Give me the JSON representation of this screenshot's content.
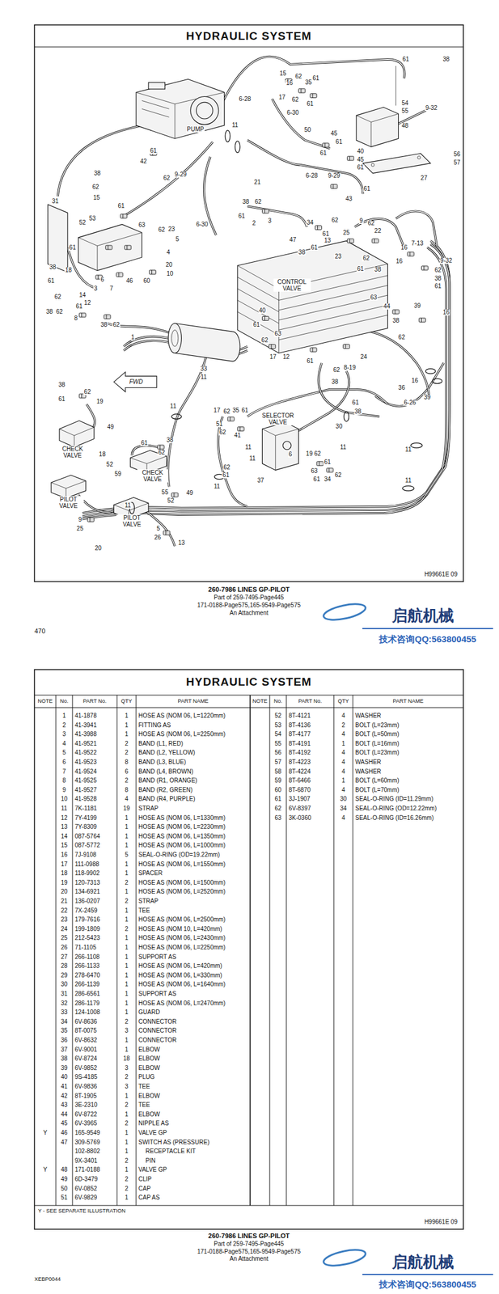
{
  "diagram": {
    "title": "HYDRAULIC SYSTEM",
    "labels": [
      "470",
      "H99661E 09",
      "260-7986 LINES GP-PILOT",
      "Part of 259-7495-Page445",
      "171-0188-Page575,165-9549-Page575",
      "An Attachment",
      "启航机械",
      "技术咨询QQ:563800455",
      "HYDRAULIC SYSTEM",
      "NOTE",
      "No.",
      "PART No.",
      "QTY",
      "PART NAME",
      "NOTE",
      "No.",
      "PART No.",
      "QTY",
      "PART NAME",
      "1",
      "41-1878",
      "1",
      "HOSE AS (NOM 06, L=1220mm)",
      "2",
      "41-3941",
      "1",
      "FITTING AS",
      "3",
      "41-3988",
      "1",
      "HOSE AS (NOM 06, L=2250mm)",
      "4",
      "41-9521",
      "2",
      "BAND (L1, RED)",
      "5",
      "41-9522",
      "2",
      "BAND (L2, YELLOW)",
      "6",
      "41-9523",
      "8",
      "BAND (L3, BLUE)",
      "7",
      "41-9524",
      "6",
      "BAND (L4, BROWN)",
      "8",
      "41-9525",
      "2",
      "BAND (R1, ORANGE)",
      "9",
      "41-9527",
      "8",
      "BAND (R2, GREEN)",
      "10",
      "41-9528",
      "4",
      "BAND (R4, PURPLE)",
      "11",
      "7K-1181",
      "19",
      "STRAP",
      "12",
      "7Y-4199",
      "1",
      "HOSE AS (NOM 06, L=1330mm)",
      "13",
      "7Y-8309",
      "1",
      "HOSE AS (NOM 06, L=2230mm)",
      "14",
      "087-5764",
      "1",
      "HOSE AS (NOM 06, L=1350mm)",
      "15",
      "087-5772",
      "1",
      "HOSE AS (NOM 06, L=1000mm)",
      "16",
      "7J-9108",
      "5",
      "SEAL-O-RING (OD=19.22mm)",
      "17",
      "111-0988",
      "1",
      "HOSE AS (NOM 06, L=1550mm)",
      "18",
      "118-9902",
      "1",
      "SPACER",
      "19",
      "120-7313",
      "2",
      "HOSE AS (NOM 06, L=1500mm)",
      "20",
      "134-6921",
      "1",
      "HOSE AS (NOM 06, L=2520mm)",
      "21",
      "136-0207",
      "2",
      "STRAP",
      "22",
      "7X-2459",
      "1",
      "TEE",
      "23",
      "179-7616",
      "1",
      "HOSE AS (NOM 06, L=2500mm)",
      "24",
      "199-1809",
      "2",
      "HOSE AS (NOM 10, L=420mm)",
      "25",
      "212-5423",
      "1",
      "HOSE AS (NOM 06, L=2430mm)",
      "26",
      "71-1105",
      "1",
      "HOSE AS (NOM 06, L=2250mm)",
      "27",
      "266-1108",
      "1",
      "SUPPORT AS",
      "28",
      "266-1133",
      "1",
      "HOSE AS (NOM 06, L=420mm)",
      "29",
      "278-6470",
      "1",
      "HOSE AS (NOM 06, L=330mm)",
      "30",
      "266-1139",
      "1",
      "HOSE AS (NOM 06, L=1640mm)",
      "31",
      "286-6561",
      "1",
      "SUPPORT AS",
      "32",
      "286-1179",
      "1",
      "HOSE AS (NOM 06, L=2470mm)",
      "33",
      "124-1008",
      "1",
      "GUARD",
      "34",
      "6V-8636",
      "2",
      "CONNECTOR",
      "35",
      "8T-0075",
      "3",
      "CONNECTOR",
      "36",
      "6V-8632",
      "1",
      "CONNECTOR",
      "37",
      "6V-9001",
      "1",
      "ELBOW",
      "38",
      "6V-8724",
      "18",
      "ELBOW",
      "39",
      "6V-9852",
      "3",
      "ELBOW",
      "40",
      "9S-4185",
      "2",
      "PLUG",
      "41",
      "6V-9836",
      "3",
      "TEE",
      "42",
      "8T-1905",
      "1",
      "ELBOW",
      "43",
      "3E-2310",
      "2",
      "TEE",
      "44",
      "6V-8722",
      "1",
      "ELBOW",
      "45",
      "6V-3965",
      "2",
      "NIPPLE AS",
      "Y",
      "46",
      "165-9549",
      "1",
      "VALVE GP",
      "47",
      "309-5769",
      "1",
      "SWITCH AS (PRESSURE)",
      "102-8802",
      "1",
      "RECEPTACLE KIT",
      "9X-3401",
      "2",
      "PIN",
      "Y",
      "48",
      "171-0188",
      "1",
      "VALVE GP",
      "49",
      "6D-3479",
      "2",
      "CLIP",
      "50",
      "6V-0852",
      "2",
      "CAP",
      "51",
      "6V-9829",
      "1",
      "CAP AS",
      "52",
      "8T-4121",
      "4",
      "WASHER",
      "53",
      "8T-4136",
      "2",
      "BOLT (L=23mm)",
      "54",
      "8T-4177",
      "4",
      "BOLT (L=50mm)",
      "55",
      "8T-4191",
      "1",
      "BOLT (L=16mm)",
      "56",
      "8T-4192",
      "4",
      "BOLT (L=23mm)",
      "57",
      "8T-4223",
      "4",
      "WASHER",
      "58",
      "8T-4224",
      "4",
      "WASHER",
      "59",
      "8T-6466",
      "1",
      "BOLT (L=60mm)",
      "60",
      "8T-6870",
      "4",
      "BOLT (L=70mm)",
      "61",
      "3J-1907",
      "30",
      "SEAL-O-RING (ID=11.29mm)",
      "62",
      "6V-8397",
      "34",
      "SEAL-O-RING (OD=12.22mm)",
      "63",
      "3K-0360",
      "4",
      "SEAL-O-RING (ID=16.26mm)",
      "Y - SEE SEPARATE ILLUSTRATION",
      "H99661E 09",
      "260-7986 LINES GP-PILOT",
      "Part of 259-7495-Page445",
      "171-0188-Page575,165-9549-Page575",
      "An Attachment",
      "XEBP0044",
      "启航机械",
      "技术咨询QQ:563800455",
      "6-28",
      "PUMP",
      "11",
      "61",
      "42",
      "62",
      "9-29",
      "21",
      "15",
      "16",
      "62",
      "35",
      "61",
      "17",
      "62",
      "61",
      "6-30",
      "50",
      "45",
      "61",
      "61",
      "40",
      "45",
      "61",
      "6-28",
      "9-29",
      "43",
      "61",
      "61",
      "38",
      "9-32",
      "54",
      "55",
      "48",
      "56",
      "57",
      "27",
      "38",
      "62",
      "61",
      "2",
      "3",
      "6-30",
      "34",
      "62",
      "9",
      "62",
      "22",
      "25",
      "61",
      "47",
      "13",
      "61",
      "38",
      "23",
      "62",
      "61",
      "38",
      "16",
      "16",
      "7-13",
      "9-32",
      "62",
      "38",
      "61",
      "CONTROL VALVE",
      "31",
      "38",
      "62",
      "15",
      "61",
      "53",
      "52",
      "63",
      "62",
      "23",
      "5",
      "61",
      "4",
      "20",
      "10",
      "38",
      "18",
      "6",
      "46",
      "60",
      "61",
      "3",
      "7",
      "14",
      "62",
      "12",
      "61",
      "38",
      "62",
      "8",
      "38",
      "62",
      "1",
      "40",
      "61",
      "63",
      "62",
      "17",
      "12",
      "61",
      "24",
      "62",
      "8-19",
      "38",
      "63",
      "44",
      "39",
      "16",
      "38",
      "62",
      "36",
      "16",
      "39",
      "6-26",
      "61",
      "33",
      "11",
      "FWD",
      "11",
      "38",
      "61",
      "62",
      "19",
      "49",
      "CHECK VALVE",
      "18",
      "52",
      "59",
      "61",
      "38",
      "62",
      "CHECK VALVE",
      "17",
      "62",
      "35",
      "61",
      "51",
      "62",
      "41",
      "11",
      "SELECTOR VALVE",
      "6",
      "19",
      "62",
      "61",
      "63",
      "61",
      "34",
      "62",
      "37",
      "62",
      "61",
      "11",
      "30",
      "38",
      "11",
      "11",
      "11",
      "55",
      "52",
      "49",
      "11",
      "11",
      "PILOT VALVE",
      "9",
      "25",
      "20",
      "PILOT VALVE",
      "5",
      "26",
      "13"
    ]
  }
}
